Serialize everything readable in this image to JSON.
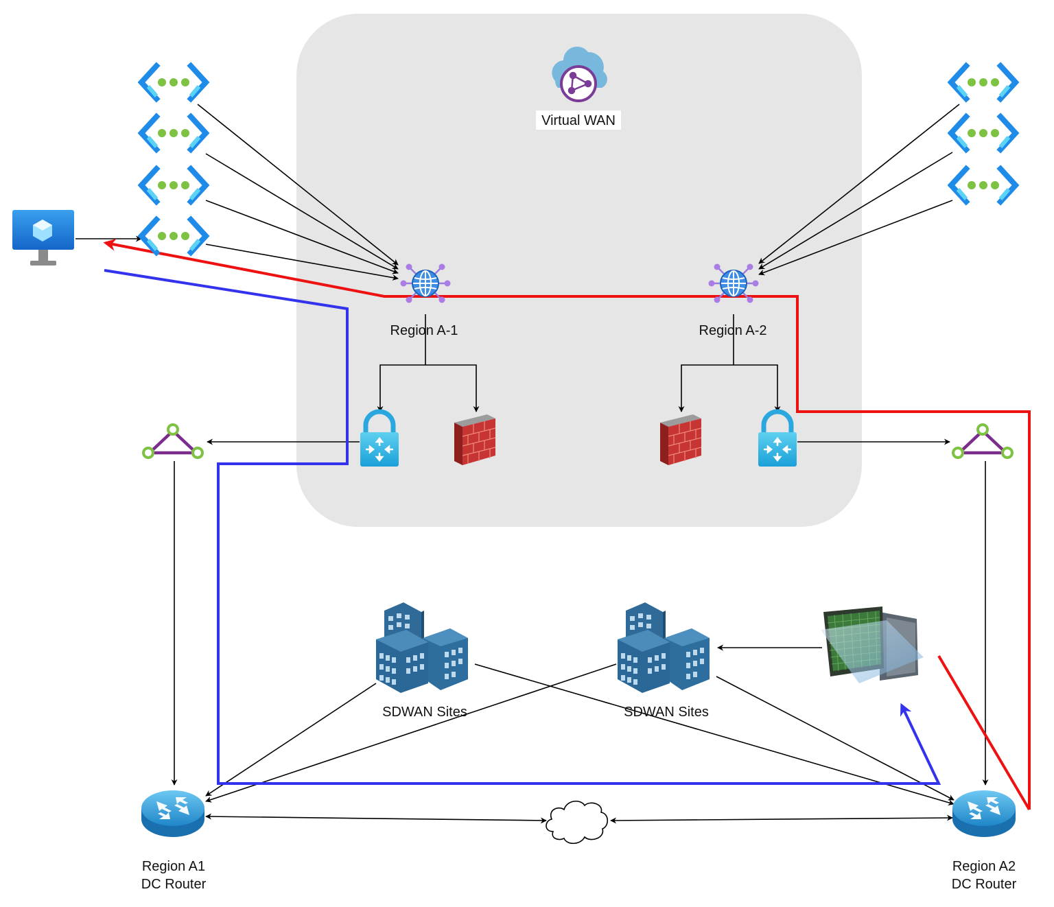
{
  "vwan": {
    "label": "Virtual WAN"
  },
  "hubs": [
    {
      "id": "hub-a1",
      "label": "Region A-1"
    },
    {
      "id": "hub-a2",
      "label": "Region A-2"
    }
  ],
  "sites": [
    {
      "id": "site-1",
      "label": "SDWAN Sites"
    },
    {
      "id": "site-2",
      "label": "SDWAN Sites"
    }
  ],
  "routers": [
    {
      "id": "router-a1",
      "line1": "Region A1",
      "line2": "DC Router"
    },
    {
      "id": "router-a2",
      "line1": "Region A2",
      "line2": "DC Router"
    }
  ],
  "icons": {
    "vnet": "vnet-icon",
    "vm": "virtual-machine-icon",
    "hub": "virtual-hub-icon",
    "vpn_gateway": "vpn-gateway-icon",
    "firewall": "firewall-icon",
    "expressroute": "expressroute-circuit-icon",
    "building": "building-icon",
    "workstation": "workstation-icon",
    "router": "router-icon",
    "cloud": "cloud-icon"
  },
  "colors": {
    "path_red": "#ee1111",
    "path_blue": "#3333ee",
    "vwan_region": "#e6e6e6",
    "vnet_blue": "#1f8be8",
    "vnet_dots": "#7dc242",
    "building": "#2e6e9e"
  }
}
